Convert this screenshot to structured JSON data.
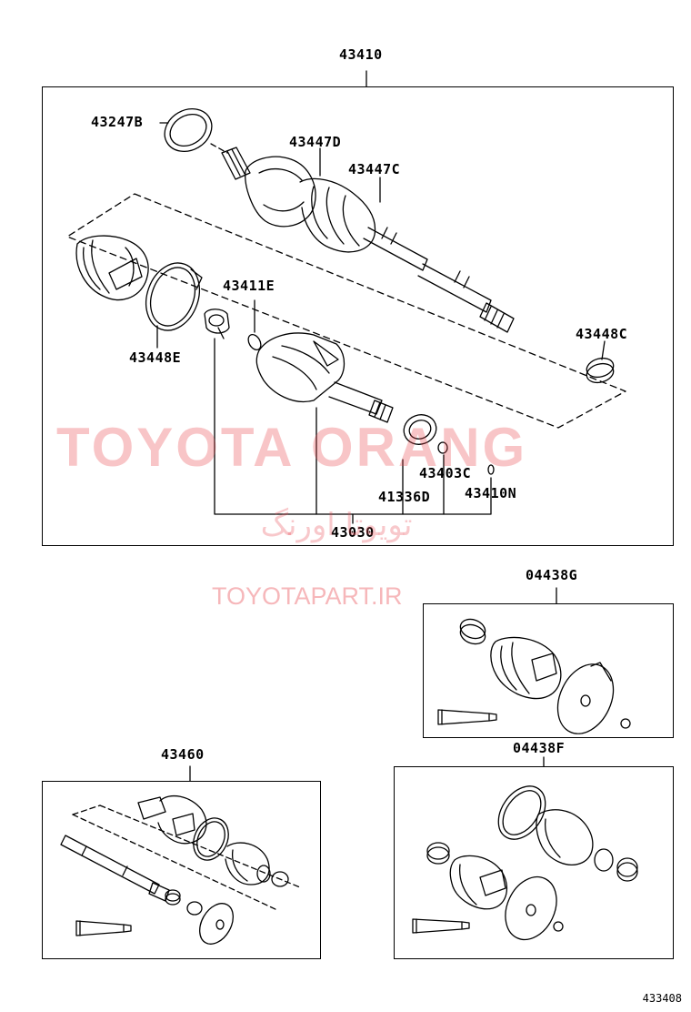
{
  "assemblies": {
    "main": "43410",
    "kit_g": "04438G",
    "kit_f": "04438F",
    "shaft": "43460"
  },
  "parts": {
    "p43247B": "43247B",
    "p43447D": "43447D",
    "p43447C": "43447C",
    "p43411E": "43411E",
    "p43448C": "43448C",
    "p43448E": "43448E",
    "p43403C": "43403C",
    "p41336D": "41336D",
    "p43410N": "43410N",
    "p43030": "43030"
  },
  "watermarks": {
    "brand": "TOYOTA ORANG",
    "brand_fa": "تویوتا اورنگ",
    "site": "TOYOTAPART.IR"
  },
  "figure_number": "433408",
  "colors": {
    "watermark": "#e84a52",
    "ink": "#000000"
  }
}
